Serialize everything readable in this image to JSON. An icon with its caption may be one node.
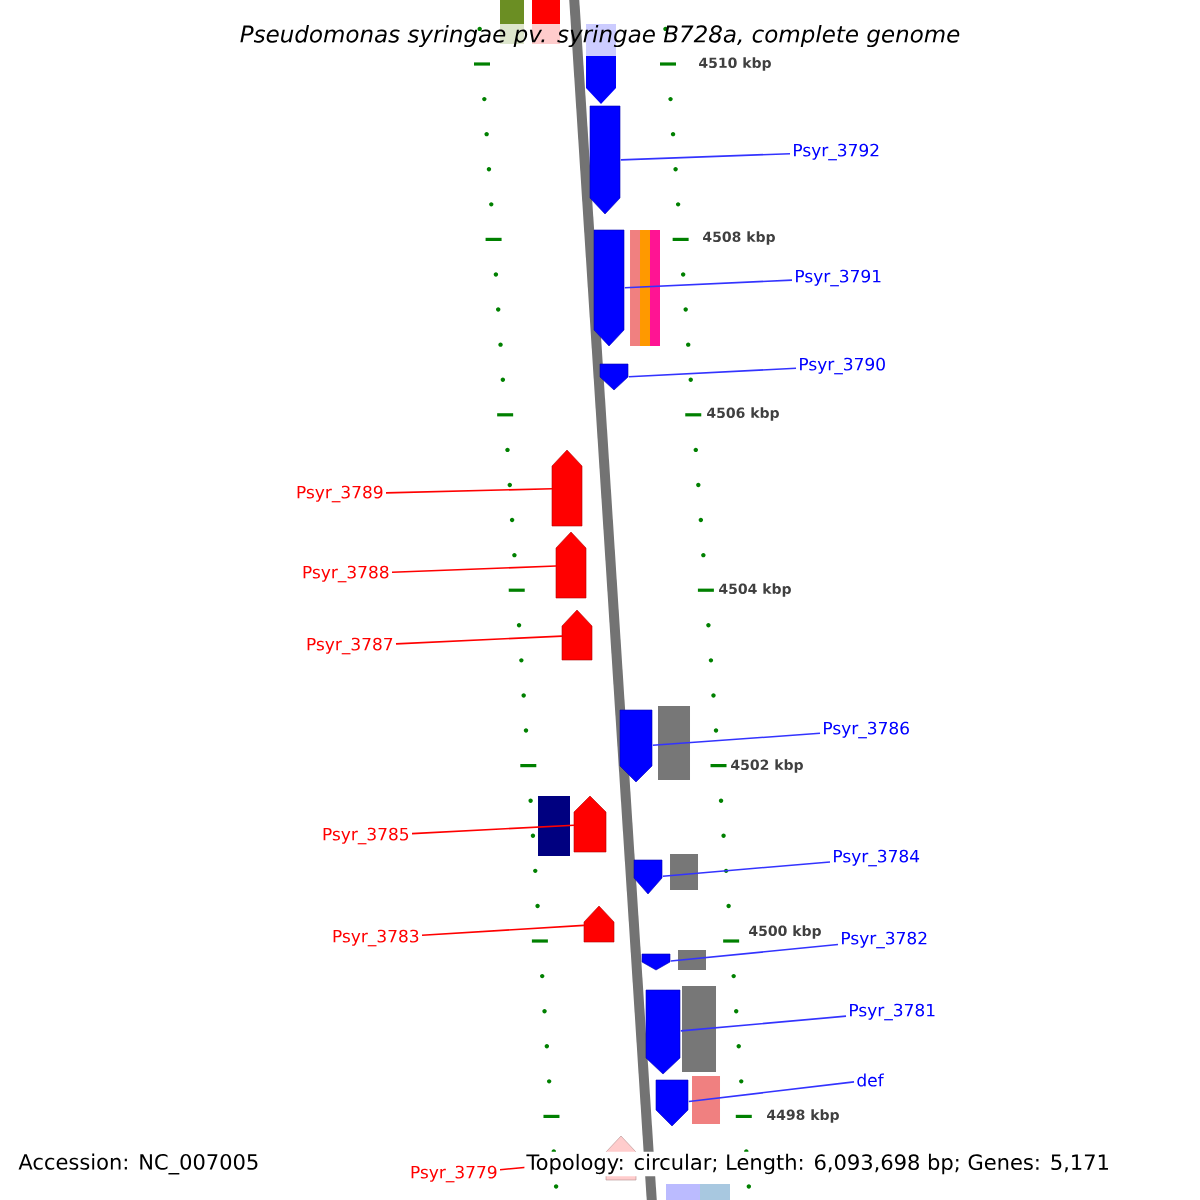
{
  "diagram": {
    "title": "Pseudomonas syringae pv. syringae B728a, complete genome",
    "nodes": [
      {
        "text": [
          "Psyr_3792"
        ]
      },
      {
        "text": [],
        "shape": "pentagon"
      },
      {
        "text": [
          "Psyr_3791"
        ]
      },
      {
        "text": [],
        "shape": "pentagon"
      },
      {
        "text": [
          "Psyr_3790"
        ]
      },
      {
        "text": [],
        "shape": "pentagon"
      },
      {
        "text": [
          "Psyr_3789"
        ]
      },
      {
        "text": [],
        "shape": "pentagon"
      },
      {
        "text": [
          "Psyr_3788"
        ]
      },
      {
        "text": [],
        "shape": "pentagon"
      },
      {
        "text": [
          "Psyr_3787"
        ]
      },
      {
        "text": [],
        "shape": "pentagon"
      },
      {
        "text": [
          "Psyr_3786"
        ]
      },
      {
        "text": [],
        "shape": "pentagon"
      },
      {
        "text": [
          "Psyr_3785"
        ]
      },
      {
        "text": [],
        "shape": "pentagon"
      },
      {
        "text": [
          "Psyr_3784"
        ]
      },
      {
        "text": [],
        "shape": "pentagon"
      },
      {
        "text": [
          "Psyr_3783"
        ]
      },
      {
        "text": [],
        "shape": "pentagon"
      },
      {
        "text": [
          "Psyr_3782"
        ]
      },
      {
        "text": [],
        "shape": "pentagon"
      },
      {
        "text": [
          "Psyr_3781"
        ]
      },
      {
        "text": [],
        "shape": "pentagon"
      },
      {
        "text": [
          "def"
        ]
      },
      {
        "text": [],
        "shape": "pentagon"
      },
      {
        "text": [
          "Psyr_3779"
        ]
      },
      {
        "text": [],
        "shape": "pentagon"
      }
    ],
    "edges": [
      {
        "from": 0,
        "to": 1,
        "arrow": "none"
      },
      {
        "from": 2,
        "to": 3,
        "arrow": "none"
      },
      {
        "from": 4,
        "to": 5,
        "arrow": "none"
      },
      {
        "from": 6,
        "to": 7,
        "arrow": "none",
        "color": "#ff0000"
      },
      {
        "from": 8,
        "to": 9,
        "arrow": "none",
        "color": "#ff0000"
      },
      {
        "from": 10,
        "to": 11,
        "arrow": "none",
        "color": "#ff0000"
      },
      {
        "from": 12,
        "to": 13,
        "arrow": "none"
      },
      {
        "from": 14,
        "to": 15,
        "arrow": "none",
        "color": "#ff0000"
      },
      {
        "from": 16,
        "to": 17,
        "arrow": "none"
      },
      {
        "from": 18,
        "to": 19,
        "arrow": "none",
        "color": "#ff0000"
      },
      {
        "from": 20,
        "to": 21,
        "arrow": "none"
      },
      {
        "from": 22,
        "to": 23,
        "arrow": "none"
      },
      {
        "from": 24,
        "to": 25,
        "arrow": "none"
      },
      {
        "from": 26,
        "to": 27,
        "arrow": "none",
        "color": "#ff0000"
      }
    ],
    "labels": [
      "4510 kbp",
      "4508 kbp",
      "4506 kbp",
      "4504 kbp",
      "4502 kbp",
      "4500 kbp",
      "4498 kbp",
      "Accession: NC_007005",
      "Topology: circular; Length: 6,093,698 bp; Genes: 5,171"
    ]
  }
}
